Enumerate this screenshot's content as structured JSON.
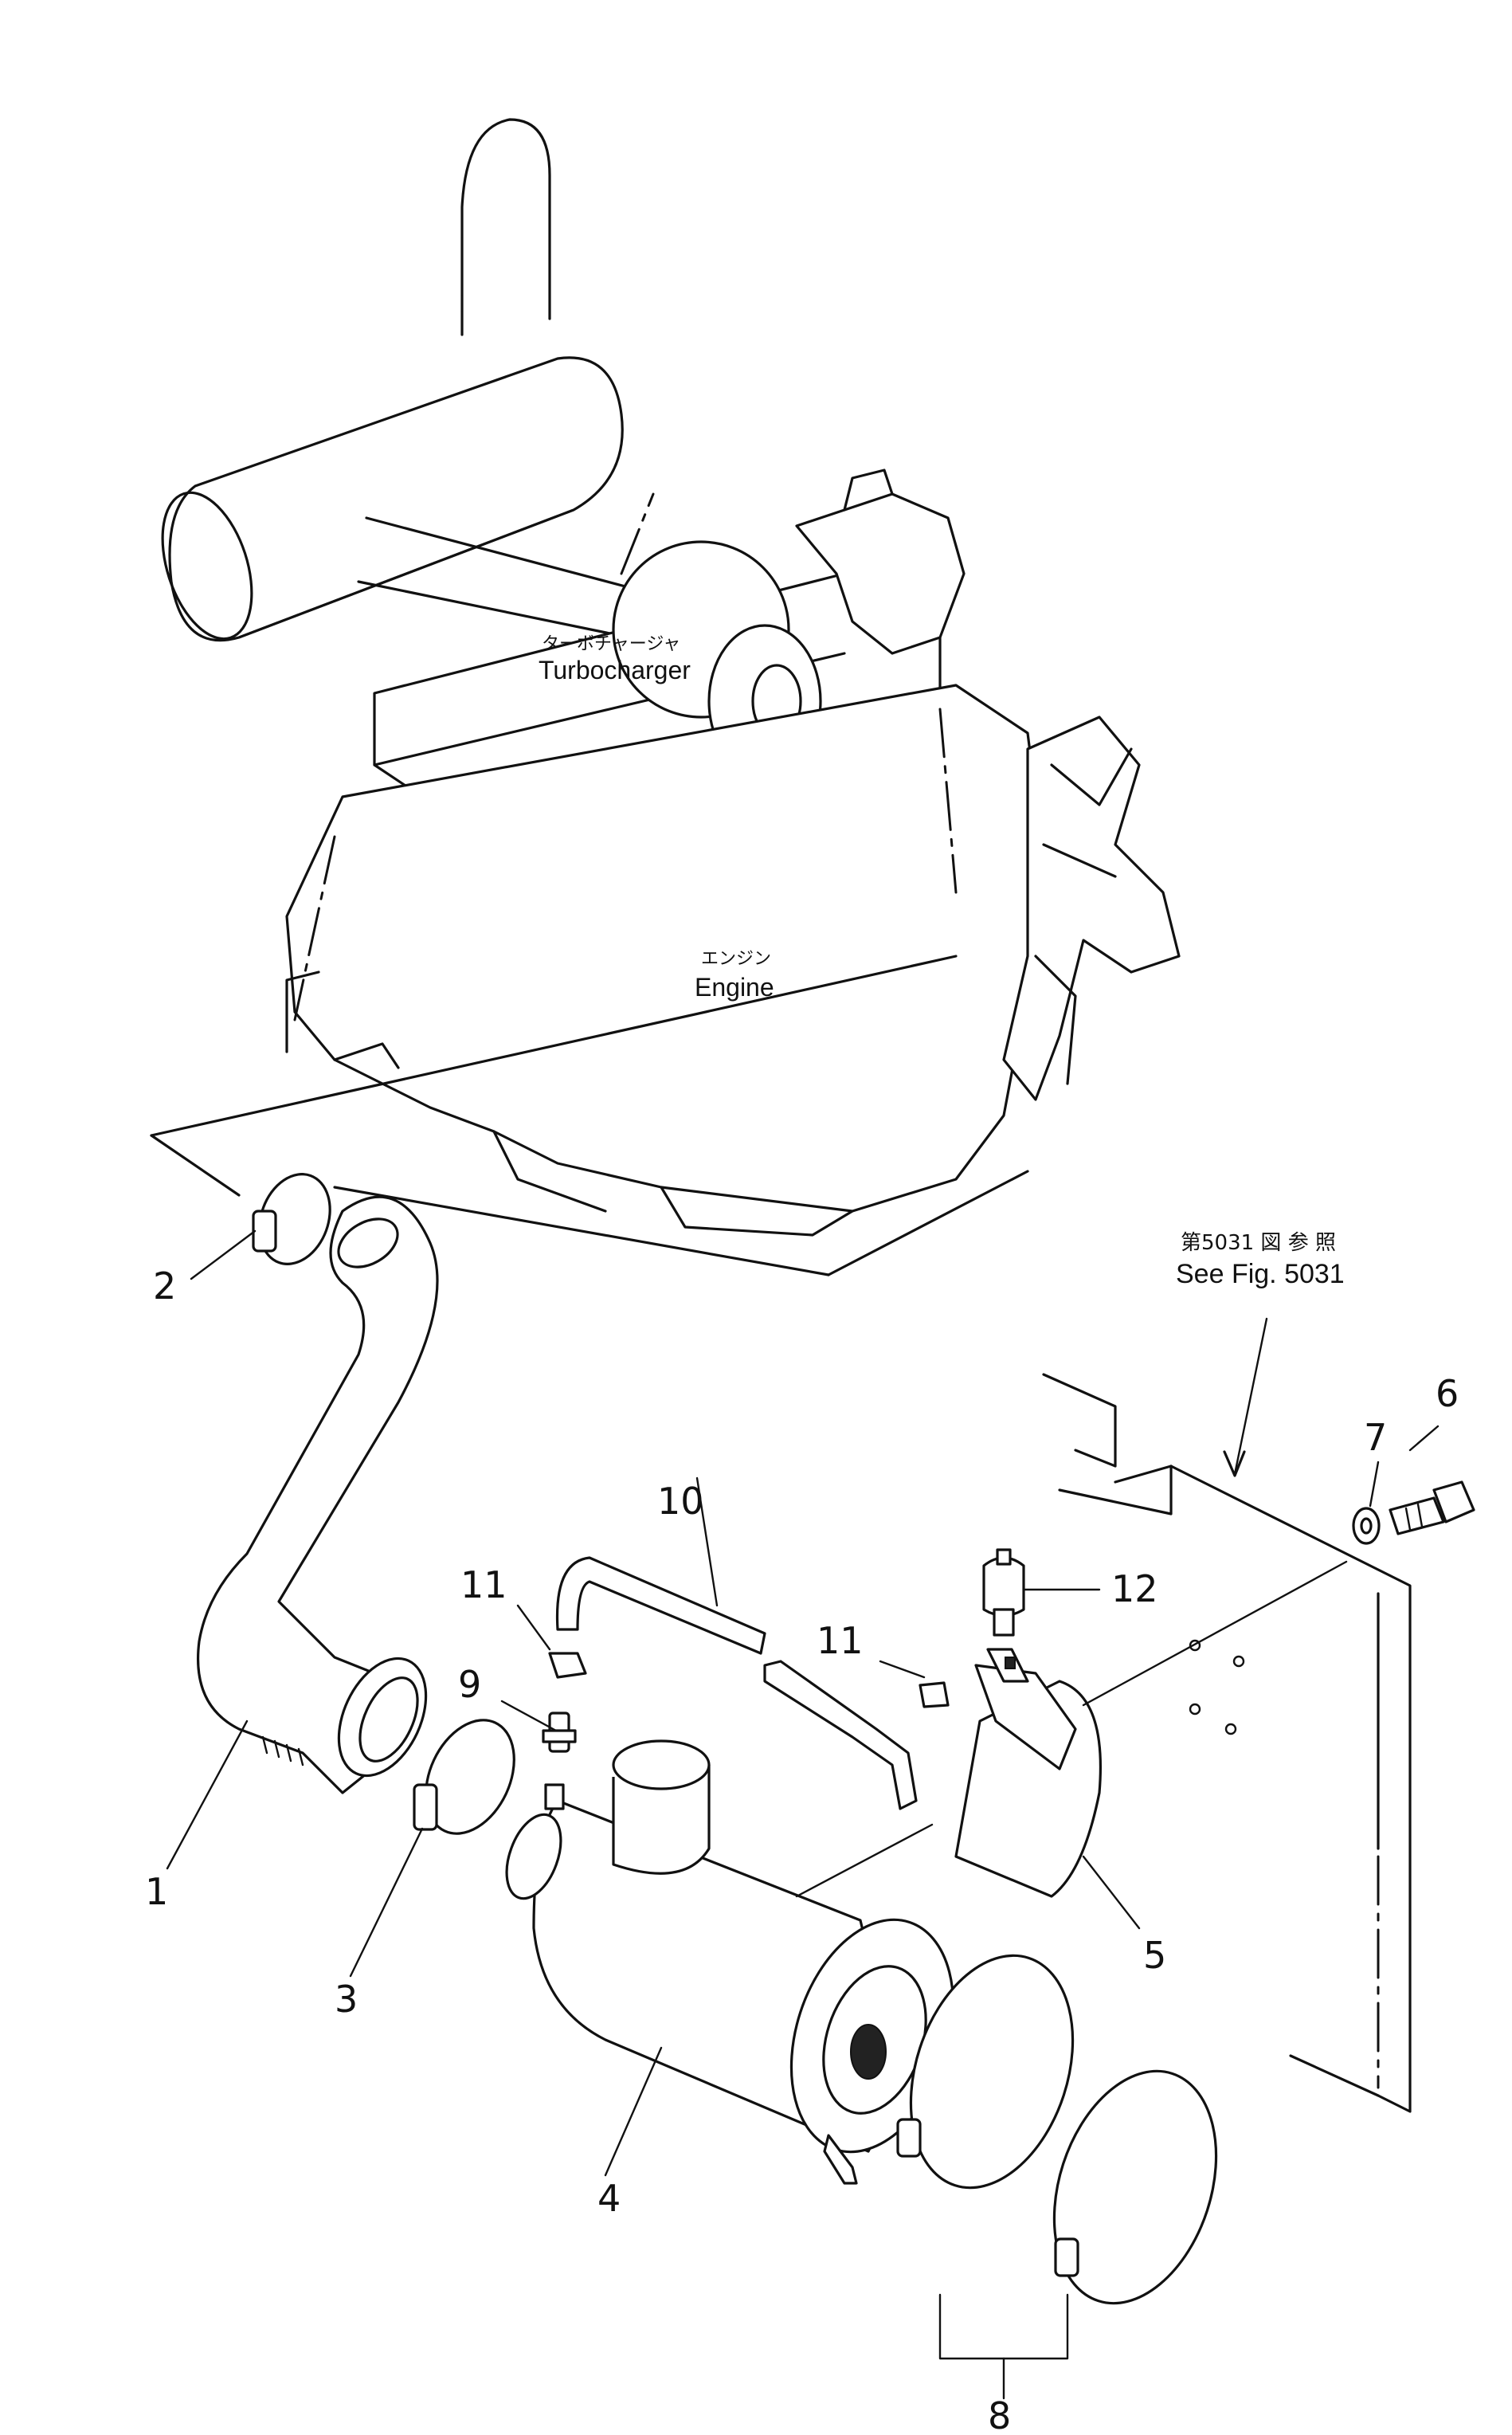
{
  "diagram": {
    "labels": {
      "turbocharger_jp": "ターボチャージャ",
      "turbocharger_en": "Turbocharger",
      "engine_jp": "エンジン",
      "engine_en": "Engine",
      "ref_jp": "第5031 図 参 照",
      "ref_en": "See Fig. 5031"
    },
    "callouts": [
      "1",
      "2",
      "3",
      "4",
      "5",
      "6",
      "7",
      "8",
      "9",
      "10",
      "11",
      "11",
      "12"
    ]
  },
  "colors": {
    "ink": "#111111",
    "paper": "#ffffff"
  }
}
